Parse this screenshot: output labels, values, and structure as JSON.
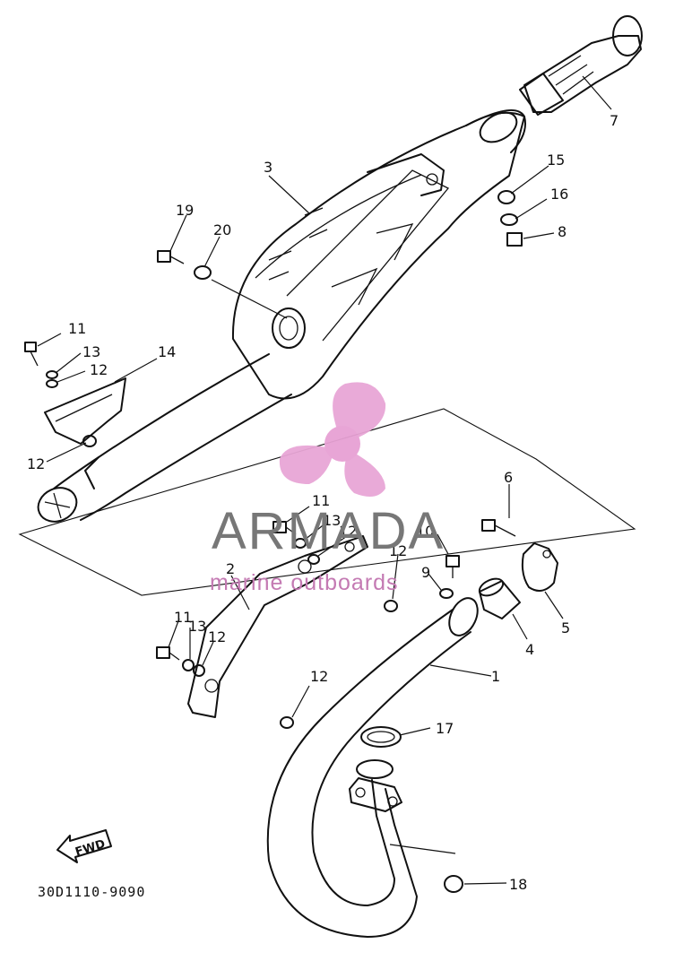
{
  "watermark": {
    "brand": "ARMADA",
    "tagline": "marine outboards",
    "logo_color": "#e8a6d6",
    "hub_color": "#e7a1d4",
    "text_color": "#777777",
    "tagline_color": "#c47ab3"
  },
  "direction_label": "FWD",
  "diagram_code": "30D1110-9090",
  "callouts": {
    "c1": "1",
    "c2": "2",
    "c3": "3",
    "c4": "4",
    "c5": "5",
    "c6": "6",
    "c7": "7",
    "c8": "8",
    "c9": "9",
    "c10": "10",
    "c11a": "11",
    "c11b": "11",
    "c11c": "11",
    "c12a": "12",
    "c12b": "12",
    "c12c": "12",
    "c12d": "12",
    "c12e": "12",
    "c12f": "12",
    "c13a": "13",
    "c13b": "13",
    "c13c": "13",
    "c14": "14",
    "c15": "15",
    "c16": "16",
    "c17": "17",
    "c18": "18",
    "c19": "19",
    "c20": "20"
  }
}
